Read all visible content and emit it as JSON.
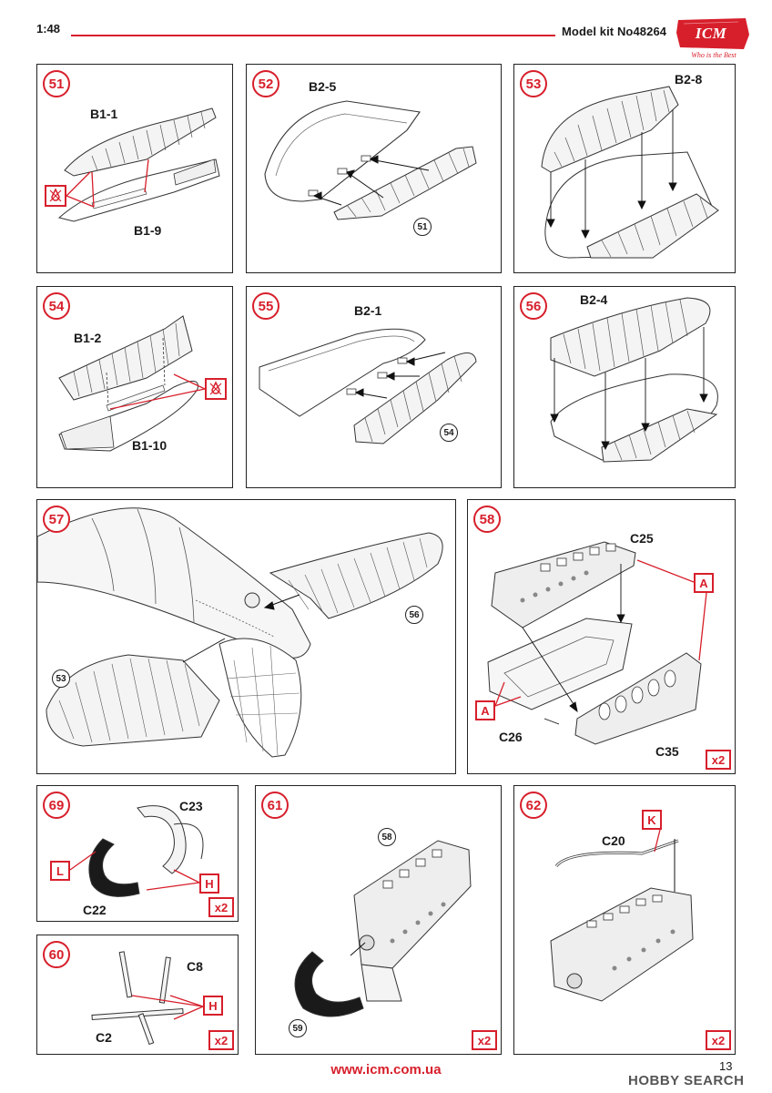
{
  "header": {
    "scale": "1:48",
    "kit": "Model kit No48264",
    "logo_text": "ICM",
    "logo_tagline": "Who is the Best",
    "accent_color": "#d71f2b"
  },
  "steps": [
    {
      "number": "51",
      "labels": [
        "B1-1",
        "B1-9"
      ],
      "glue_icon": "glue-icon"
    },
    {
      "number": "52",
      "labels": [
        "B2-5"
      ],
      "refs": [
        "51"
      ]
    },
    {
      "number": "53",
      "labels": [
        "B2-8"
      ]
    },
    {
      "number": "54",
      "labels": [
        "B1-2",
        "B1-10"
      ],
      "glue_icon": "glue-icon"
    },
    {
      "number": "55",
      "labels": [
        "B2-1"
      ],
      "refs": [
        "54"
      ]
    },
    {
      "number": "56",
      "labels": [
        "B2-4"
      ]
    },
    {
      "number": "57",
      "refs": [
        "56",
        "53"
      ]
    },
    {
      "number": "58",
      "labels": [
        "C25",
        "C26",
        "C35"
      ],
      "markers": [
        "A",
        "A"
      ],
      "multiplier": "x2"
    },
    {
      "number": "69",
      "labels": [
        "C23",
        "C22"
      ],
      "markers": [
        "L",
        "H"
      ],
      "multiplier": "x2"
    },
    {
      "number": "61",
      "refs": [
        "58",
        "59"
      ],
      "multiplier": "x2"
    },
    {
      "number": "62",
      "labels": [
        "C20"
      ],
      "markers": [
        "K"
      ],
      "multiplier": "x2"
    },
    {
      "number": "60",
      "labels": [
        "C8",
        "C2"
      ],
      "markers": [
        "H"
      ],
      "multiplier": "x2"
    }
  ],
  "footer": {
    "url": "www.icm.com.ua",
    "page_number": "13",
    "watermark": "HOBBY SEARCH"
  }
}
